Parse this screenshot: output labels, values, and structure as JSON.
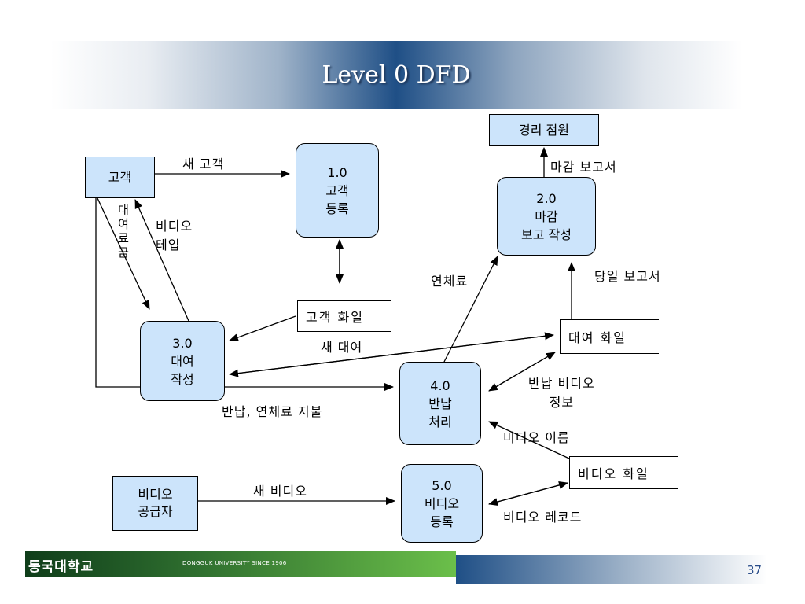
{
  "slide": {
    "title": "Level 0 DFD",
    "page_number": "37"
  },
  "footer": {
    "logo_text": "동국대학교",
    "university_text": "DONGGUK UNIVERSITY  SINCE 1906"
  },
  "entities": {
    "customer": "고객",
    "accounting_clerk": "경리 점원",
    "video_supplier": "비디오\n공급자"
  },
  "processes": {
    "p1": {
      "number": "1.0",
      "name": "고객\n등록"
    },
    "p2": {
      "number": "2.0",
      "name": "마감\n보고 작성"
    },
    "p3": {
      "number": "3.0",
      "name": "대여\n작성"
    },
    "p4": {
      "number": "4.0",
      "name": "반납\n처리"
    },
    "p5": {
      "number": "5.0",
      "name": "비디오\n등록"
    }
  },
  "stores": {
    "customer_file": "고객 화일",
    "rental_file": "대여 화일",
    "video_file": "비디오 화일"
  },
  "flows": {
    "new_customer": "새 고객",
    "rental_fee": "대여료금",
    "video_tape": "비디오\n테입",
    "closing_report": "마감 보고서",
    "daily_report": "당일 보고서",
    "late_fee": "연체료",
    "new_rental": "새 대여",
    "return_late_pay": "반납, 연체료 지불",
    "return_video_info": "반납 비디오\n정보",
    "video_name": "비디오 이름",
    "new_video": "새 비디오",
    "video_record": "비디오 레코드"
  },
  "colors": {
    "process_fill": "#cce4fb",
    "title_band_center": "#1f4f86",
    "footer_green": "#2f6f2f"
  }
}
